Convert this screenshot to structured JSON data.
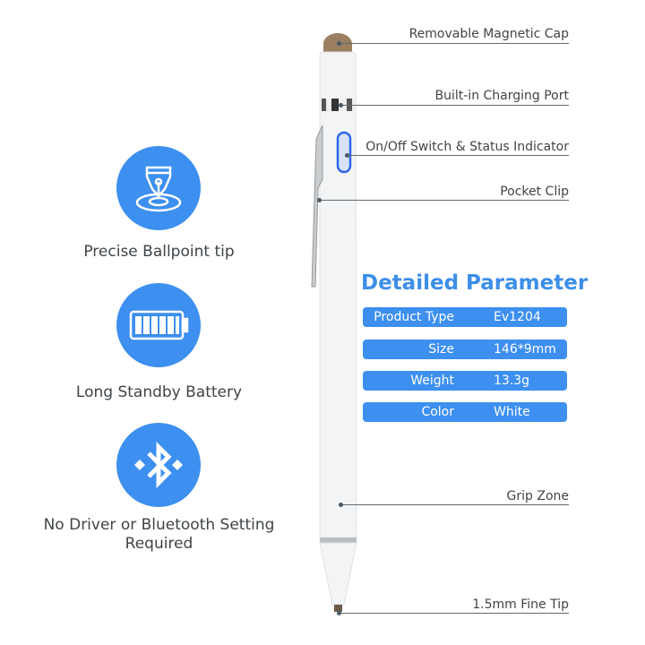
{
  "features": [
    {
      "icon": "pen-nib-icon",
      "label": "Precise Ballpoint tip"
    },
    {
      "icon": "battery-icon",
      "label": "Long Standby Battery"
    },
    {
      "icon": "bluetooth-icon",
      "label": "No Driver or Bluetooth Setting Required"
    }
  ],
  "callouts": {
    "cap": "Removable Magnetic Cap",
    "port": "Built-in Charging Port",
    "switch": "On/Off Switch & Status Indicator",
    "clip": "Pocket Clip",
    "grip": "Grip Zone",
    "tip": "1.5mm Fine Tip"
  },
  "parameters": {
    "title": "Detailed Parameter",
    "rows": [
      {
        "key": "Product Type",
        "value": "Ev1204"
      },
      {
        "key": "Size",
        "value": "146*9mm"
      },
      {
        "key": "Weight",
        "value": "13.3g"
      },
      {
        "key": "Color",
        "value": "White"
      }
    ]
  },
  "colors": {
    "accent": "#3d8ff0",
    "text": "#3f4448"
  }
}
